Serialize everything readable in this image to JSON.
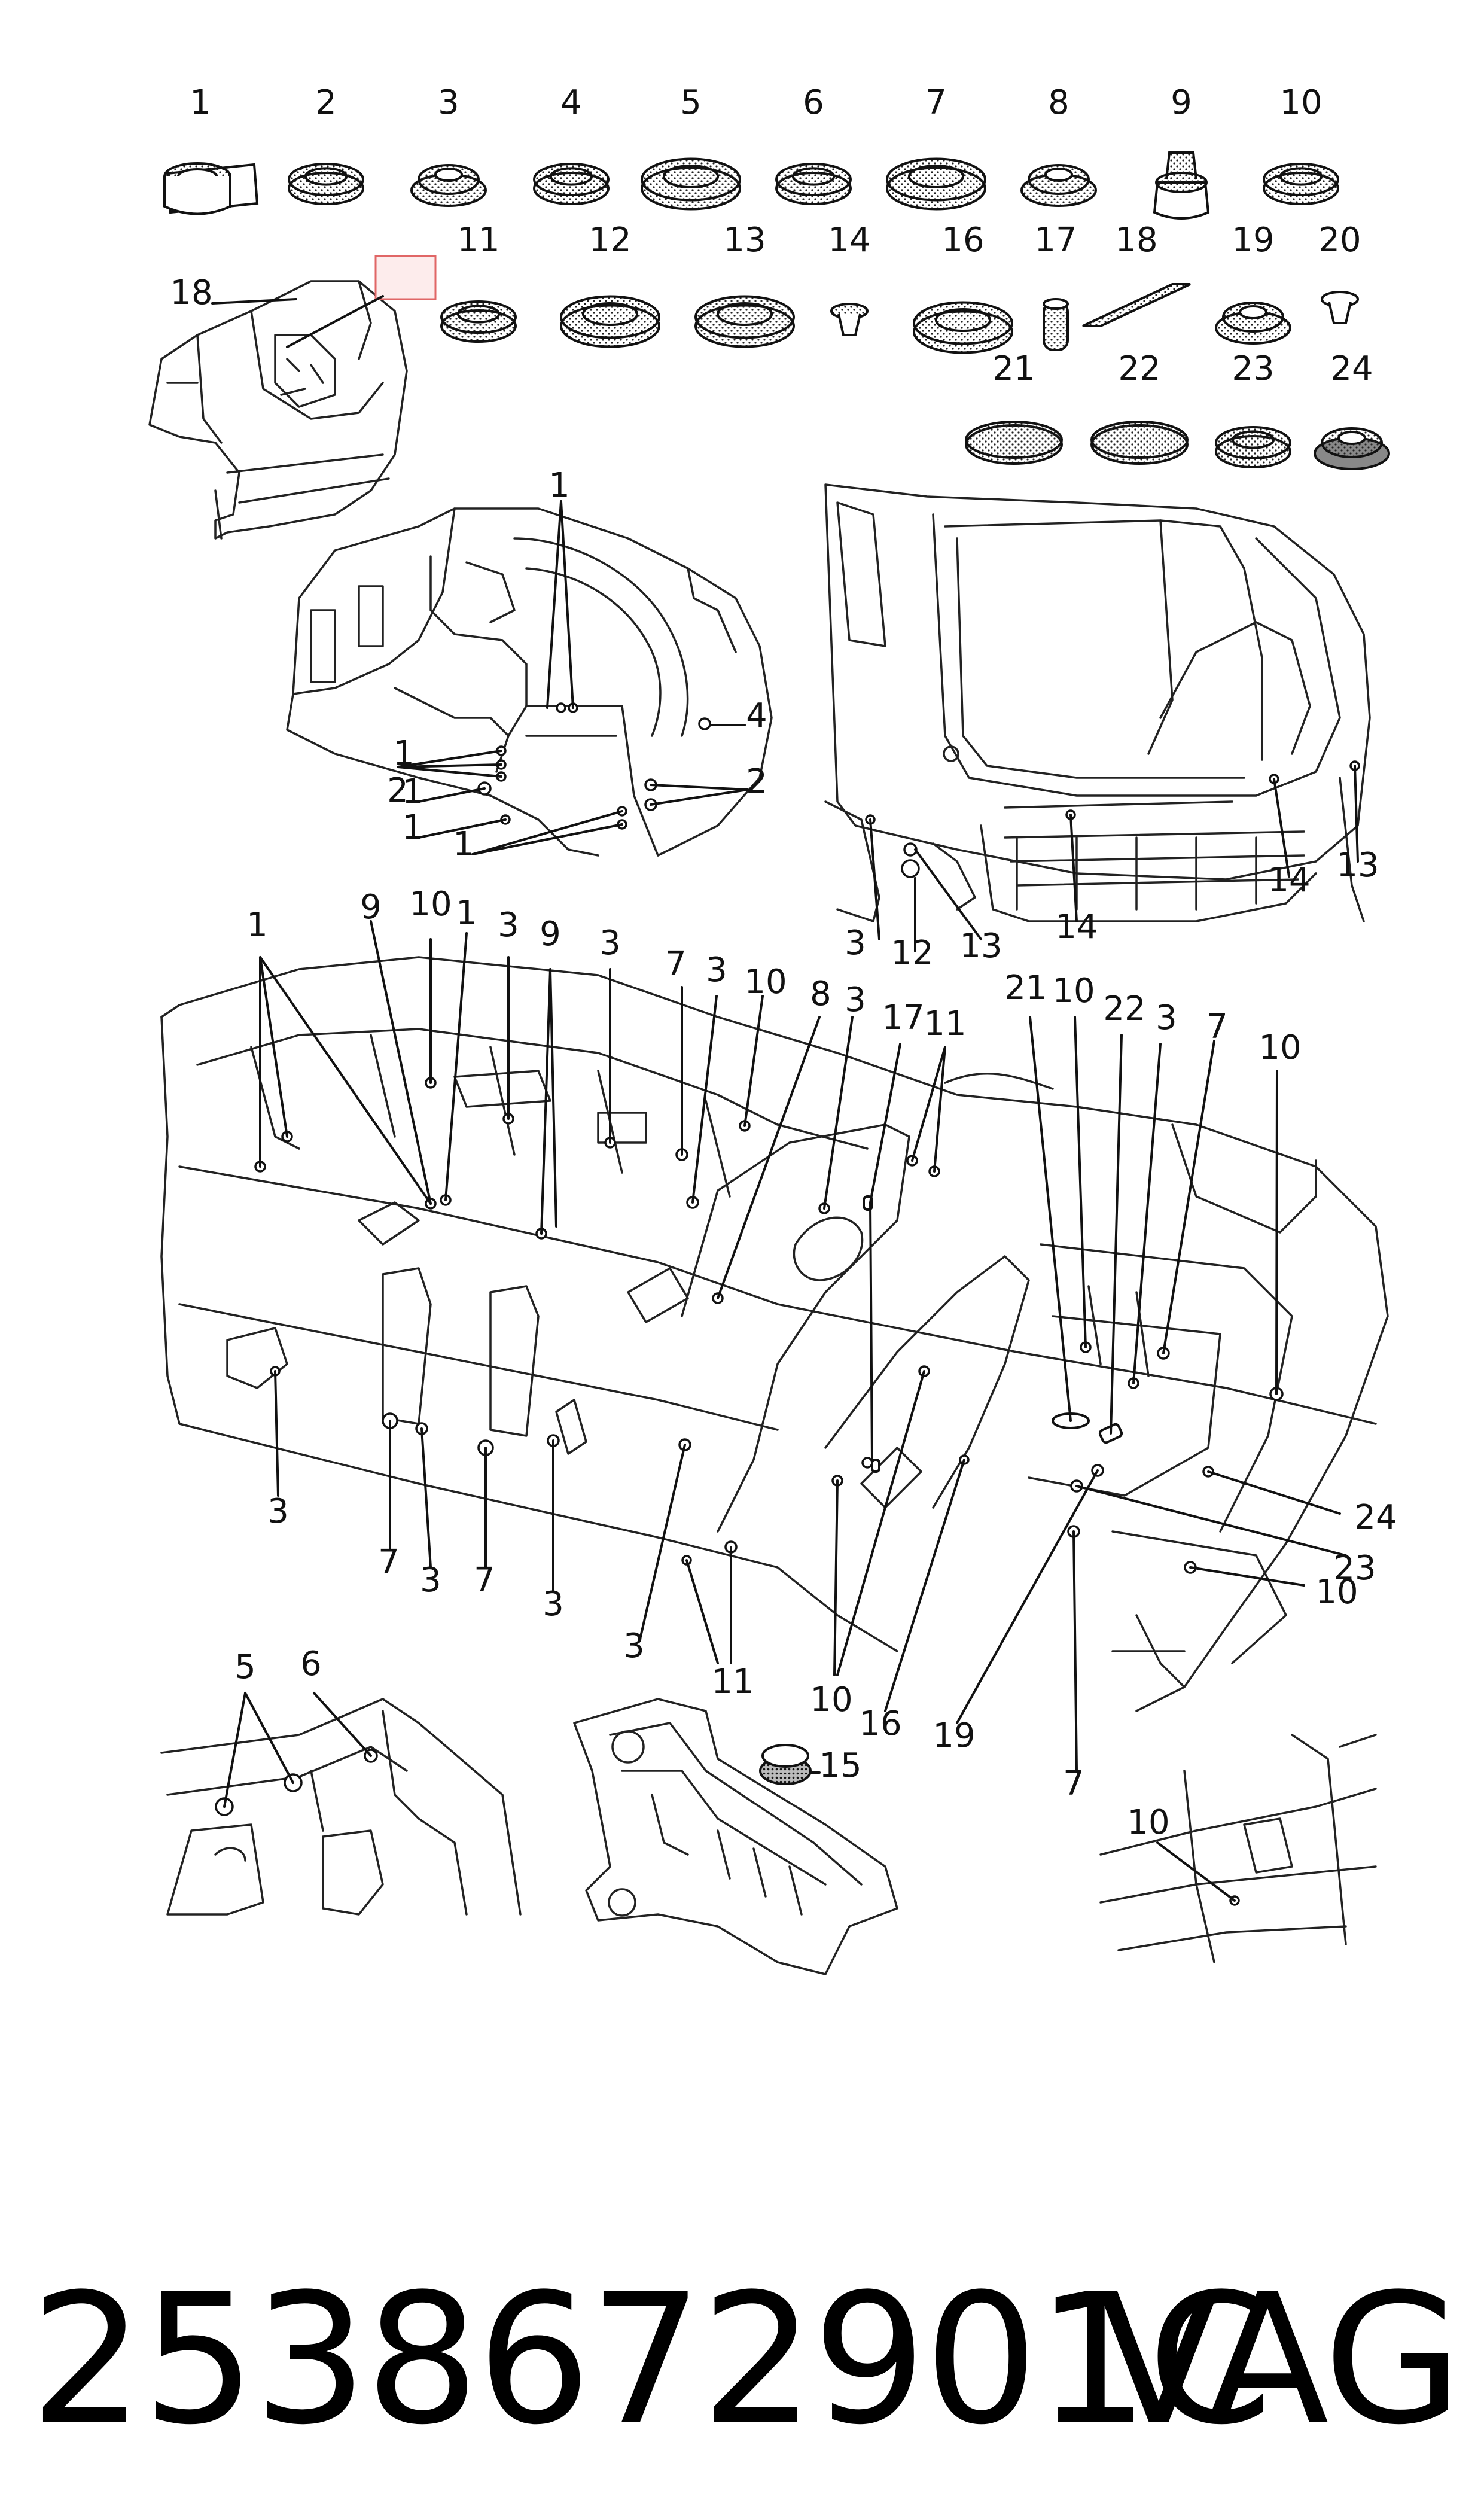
{
  "legend": {
    "items": [
      {
        "n": "1",
        "shape": "tape"
      },
      {
        "n": "2",
        "shape": "plug"
      },
      {
        "n": "3",
        "shape": "grommet"
      },
      {
        "n": "4",
        "shape": "plug"
      },
      {
        "n": "5",
        "shape": "plug-large"
      },
      {
        "n": "6",
        "shape": "plug"
      },
      {
        "n": "7",
        "shape": "plug-large"
      },
      {
        "n": "8",
        "shape": "grommet"
      },
      {
        "n": "9",
        "shape": "clip"
      },
      {
        "n": "10",
        "shape": "plug"
      },
      {
        "n": "11",
        "shape": "plug"
      },
      {
        "n": "12",
        "shape": "plug-large"
      },
      {
        "n": "13",
        "shape": "plug-large"
      },
      {
        "n": "14",
        "shape": "clip-small"
      },
      {
        "n": "15",
        "shape": "cap"
      },
      {
        "n": "16",
        "shape": "plug-large"
      },
      {
        "n": "17",
        "shape": "pin"
      },
      {
        "n": "18",
        "shape": "strip"
      },
      {
        "n": "19",
        "shape": "grommet"
      },
      {
        "n": "20",
        "shape": "clip-small"
      },
      {
        "n": "21",
        "shape": "oval"
      },
      {
        "n": "22",
        "shape": "oval"
      },
      {
        "n": "23",
        "shape": "plug"
      },
      {
        "n": "24",
        "shape": "grommet-dark"
      }
    ],
    "highlighted": "20",
    "highlight_color": "#e06666",
    "highlight_fill": "#fdecec"
  },
  "callouts": [
    "18",
    "1",
    "1",
    "1",
    "1",
    "1",
    "2",
    "2",
    "4",
    "2",
    "3",
    "12",
    "13",
    "14",
    "14",
    "13",
    "1",
    "9",
    "10",
    "1",
    "3",
    "9",
    "3",
    "7",
    "3",
    "10",
    "8",
    "3",
    "17",
    "11",
    "21",
    "10",
    "22",
    "3",
    "7",
    "10",
    "3",
    "7",
    "3",
    "7",
    "3",
    "3",
    "11",
    "10",
    "16",
    "19",
    "7",
    "23",
    "24",
    "10",
    "5",
    "6",
    "15",
    "10"
  ],
  "caption": {
    "part_number": "2538672901C",
    "brand": "VAG"
  }
}
